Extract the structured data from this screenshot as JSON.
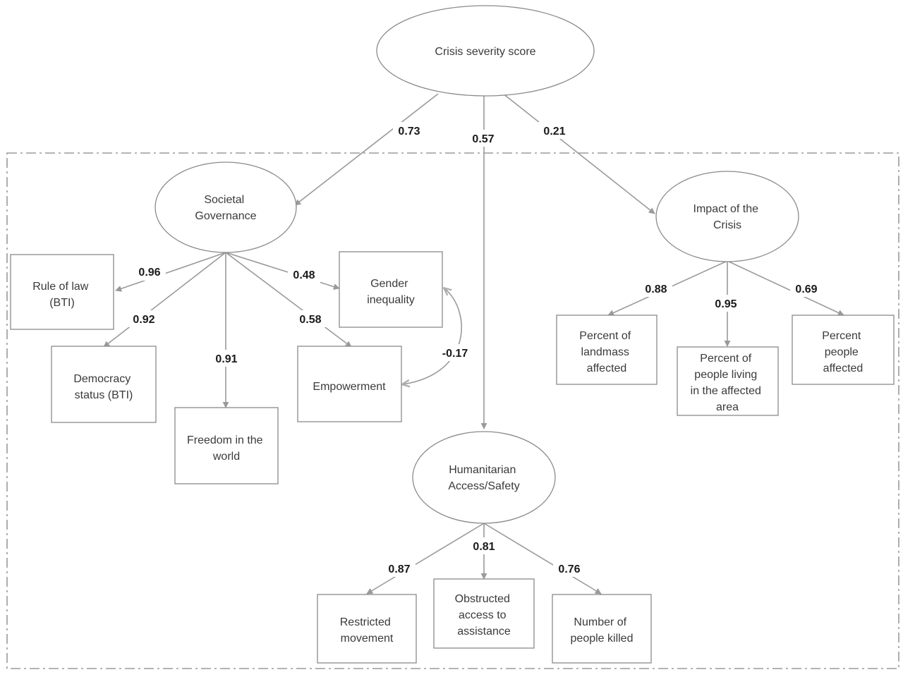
{
  "nodes": {
    "crisis": {
      "lines": [
        "Crisis severity score"
      ]
    },
    "governance": {
      "lines": [
        "Societal",
        "Governance"
      ]
    },
    "impact": {
      "lines": [
        "Impact of the",
        "Crisis"
      ]
    },
    "access": {
      "lines": [
        "Humanitarian",
        "Access/Safety"
      ]
    },
    "rule_of_law": {
      "lines": [
        "Rule of law",
        "(BTI)"
      ]
    },
    "democracy": {
      "lines": [
        "Democracy",
        "status (BTI)"
      ]
    },
    "freedom": {
      "lines": [
        "Freedom in the",
        "world"
      ]
    },
    "gender": {
      "lines": [
        "Gender",
        "inequality"
      ]
    },
    "empowerment": {
      "lines": [
        "Empowerment"
      ]
    },
    "landmass": {
      "lines": [
        "Percent of",
        "landmass",
        "affected"
      ]
    },
    "people_living": {
      "lines": [
        "Percent of",
        "people living",
        "in the affected",
        "area"
      ]
    },
    "people_affected": {
      "lines": [
        "Percent",
        "people",
        "affected"
      ]
    },
    "restricted": {
      "lines": [
        "Restricted",
        "movement"
      ]
    },
    "obstructed": {
      "lines": [
        "Obstructed",
        "access to",
        "assistance"
      ]
    },
    "killed": {
      "lines": [
        "Number of",
        "people killed"
      ]
    }
  },
  "coefficients": {
    "crisis_governance": "0.73",
    "crisis_access": "0.57",
    "crisis_impact": "0.21",
    "gov_rule": "0.96",
    "gov_democracy": "0.92",
    "gov_freedom": "0.91",
    "gov_gender": "0.48",
    "gov_empowerment": "0.58",
    "gender_empowerment": "-0.17",
    "impact_landmass": "0.88",
    "impact_living": "0.95",
    "impact_affected": "0.69",
    "access_restricted": "0.87",
    "access_obstructed": "0.81",
    "access_killed": "0.76"
  },
  "colors": {
    "edge": "#9a9a9a",
    "border": "#8a8a8a",
    "text": "#3a3a3a"
  }
}
